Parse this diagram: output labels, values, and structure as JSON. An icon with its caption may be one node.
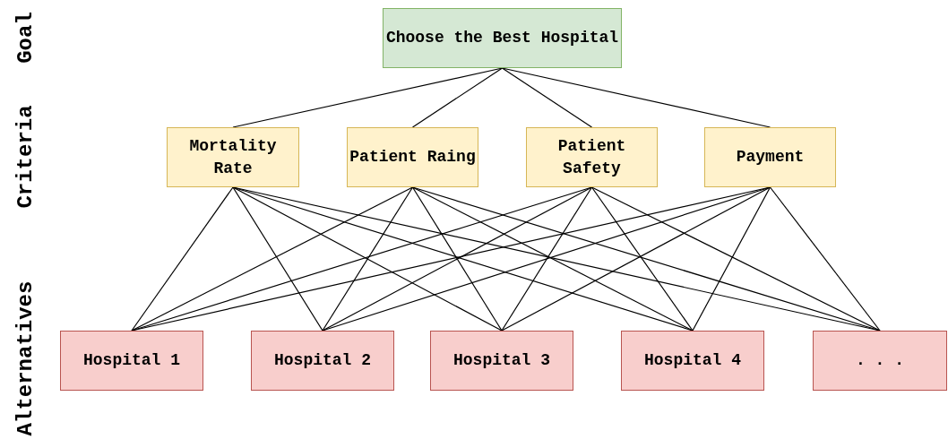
{
  "diagram": {
    "nodes": [
      {
        "text": [
          "Choose the Best Hospital"
        ]
      },
      {
        "text": [
          "Mortality Rate"
        ]
      },
      {
        "text": [
          "Patient Raing"
        ]
      },
      {
        "text": [
          "Patient Safety"
        ]
      },
      {
        "text": [
          "Payment"
        ]
      },
      {
        "text": [
          "Hospital 1"
        ]
      },
      {
        "text": [
          "Hospital 2"
        ]
      },
      {
        "text": [
          "Hospital 3"
        ]
      },
      {
        "text": [
          "Hospital 4"
        ]
      },
      {
        "text": [
          ". . ."
        ]
      }
    ],
    "edges": [
      {
        "from": 0,
        "to": 1,
        "arrow": "none"
      },
      {
        "from": 0,
        "to": 2,
        "arrow": "none"
      },
      {
        "from": 0,
        "to": 3,
        "arrow": "none"
      },
      {
        "from": 0,
        "to": 4,
        "arrow": "none"
      },
      {
        "from": 1,
        "to": 5,
        "arrow": "none"
      },
      {
        "from": 1,
        "to": 6,
        "arrow": "none"
      },
      {
        "from": 1,
        "to": 7,
        "arrow": "none"
      },
      {
        "from": 1,
        "to": 8,
        "arrow": "none"
      },
      {
        "from": 1,
        "to": 9,
        "arrow": "none"
      },
      {
        "from": 2,
        "to": 5,
        "arrow": "none"
      },
      {
        "from": 2,
        "to": 6,
        "arrow": "none"
      },
      {
        "from": 2,
        "to": 7,
        "arrow": "none"
      },
      {
        "from": 2,
        "to": 8,
        "arrow": "none"
      },
      {
        "from": 2,
        "to": 9,
        "arrow": "none"
      },
      {
        "from": 3,
        "to": 5,
        "arrow": "none"
      },
      {
        "from": 3,
        "to": 6,
        "arrow": "none"
      },
      {
        "from": 3,
        "to": 7,
        "arrow": "none"
      },
      {
        "from": 3,
        "to": 8,
        "arrow": "none"
      },
      {
        "from": 3,
        "to": 9,
        "arrow": "none"
      },
      {
        "from": 4,
        "to": 5,
        "arrow": "none"
      },
      {
        "from": 4,
        "to": 6,
        "arrow": "none"
      },
      {
        "from": 4,
        "to": 7,
        "arrow": "none"
      },
      {
        "from": 4,
        "to": 8,
        "arrow": "none"
      },
      {
        "from": 4,
        "to": 9,
        "arrow": "none"
      }
    ],
    "labels": [
      "Goal",
      "Criteria",
      "Alternatives"
    ]
  }
}
